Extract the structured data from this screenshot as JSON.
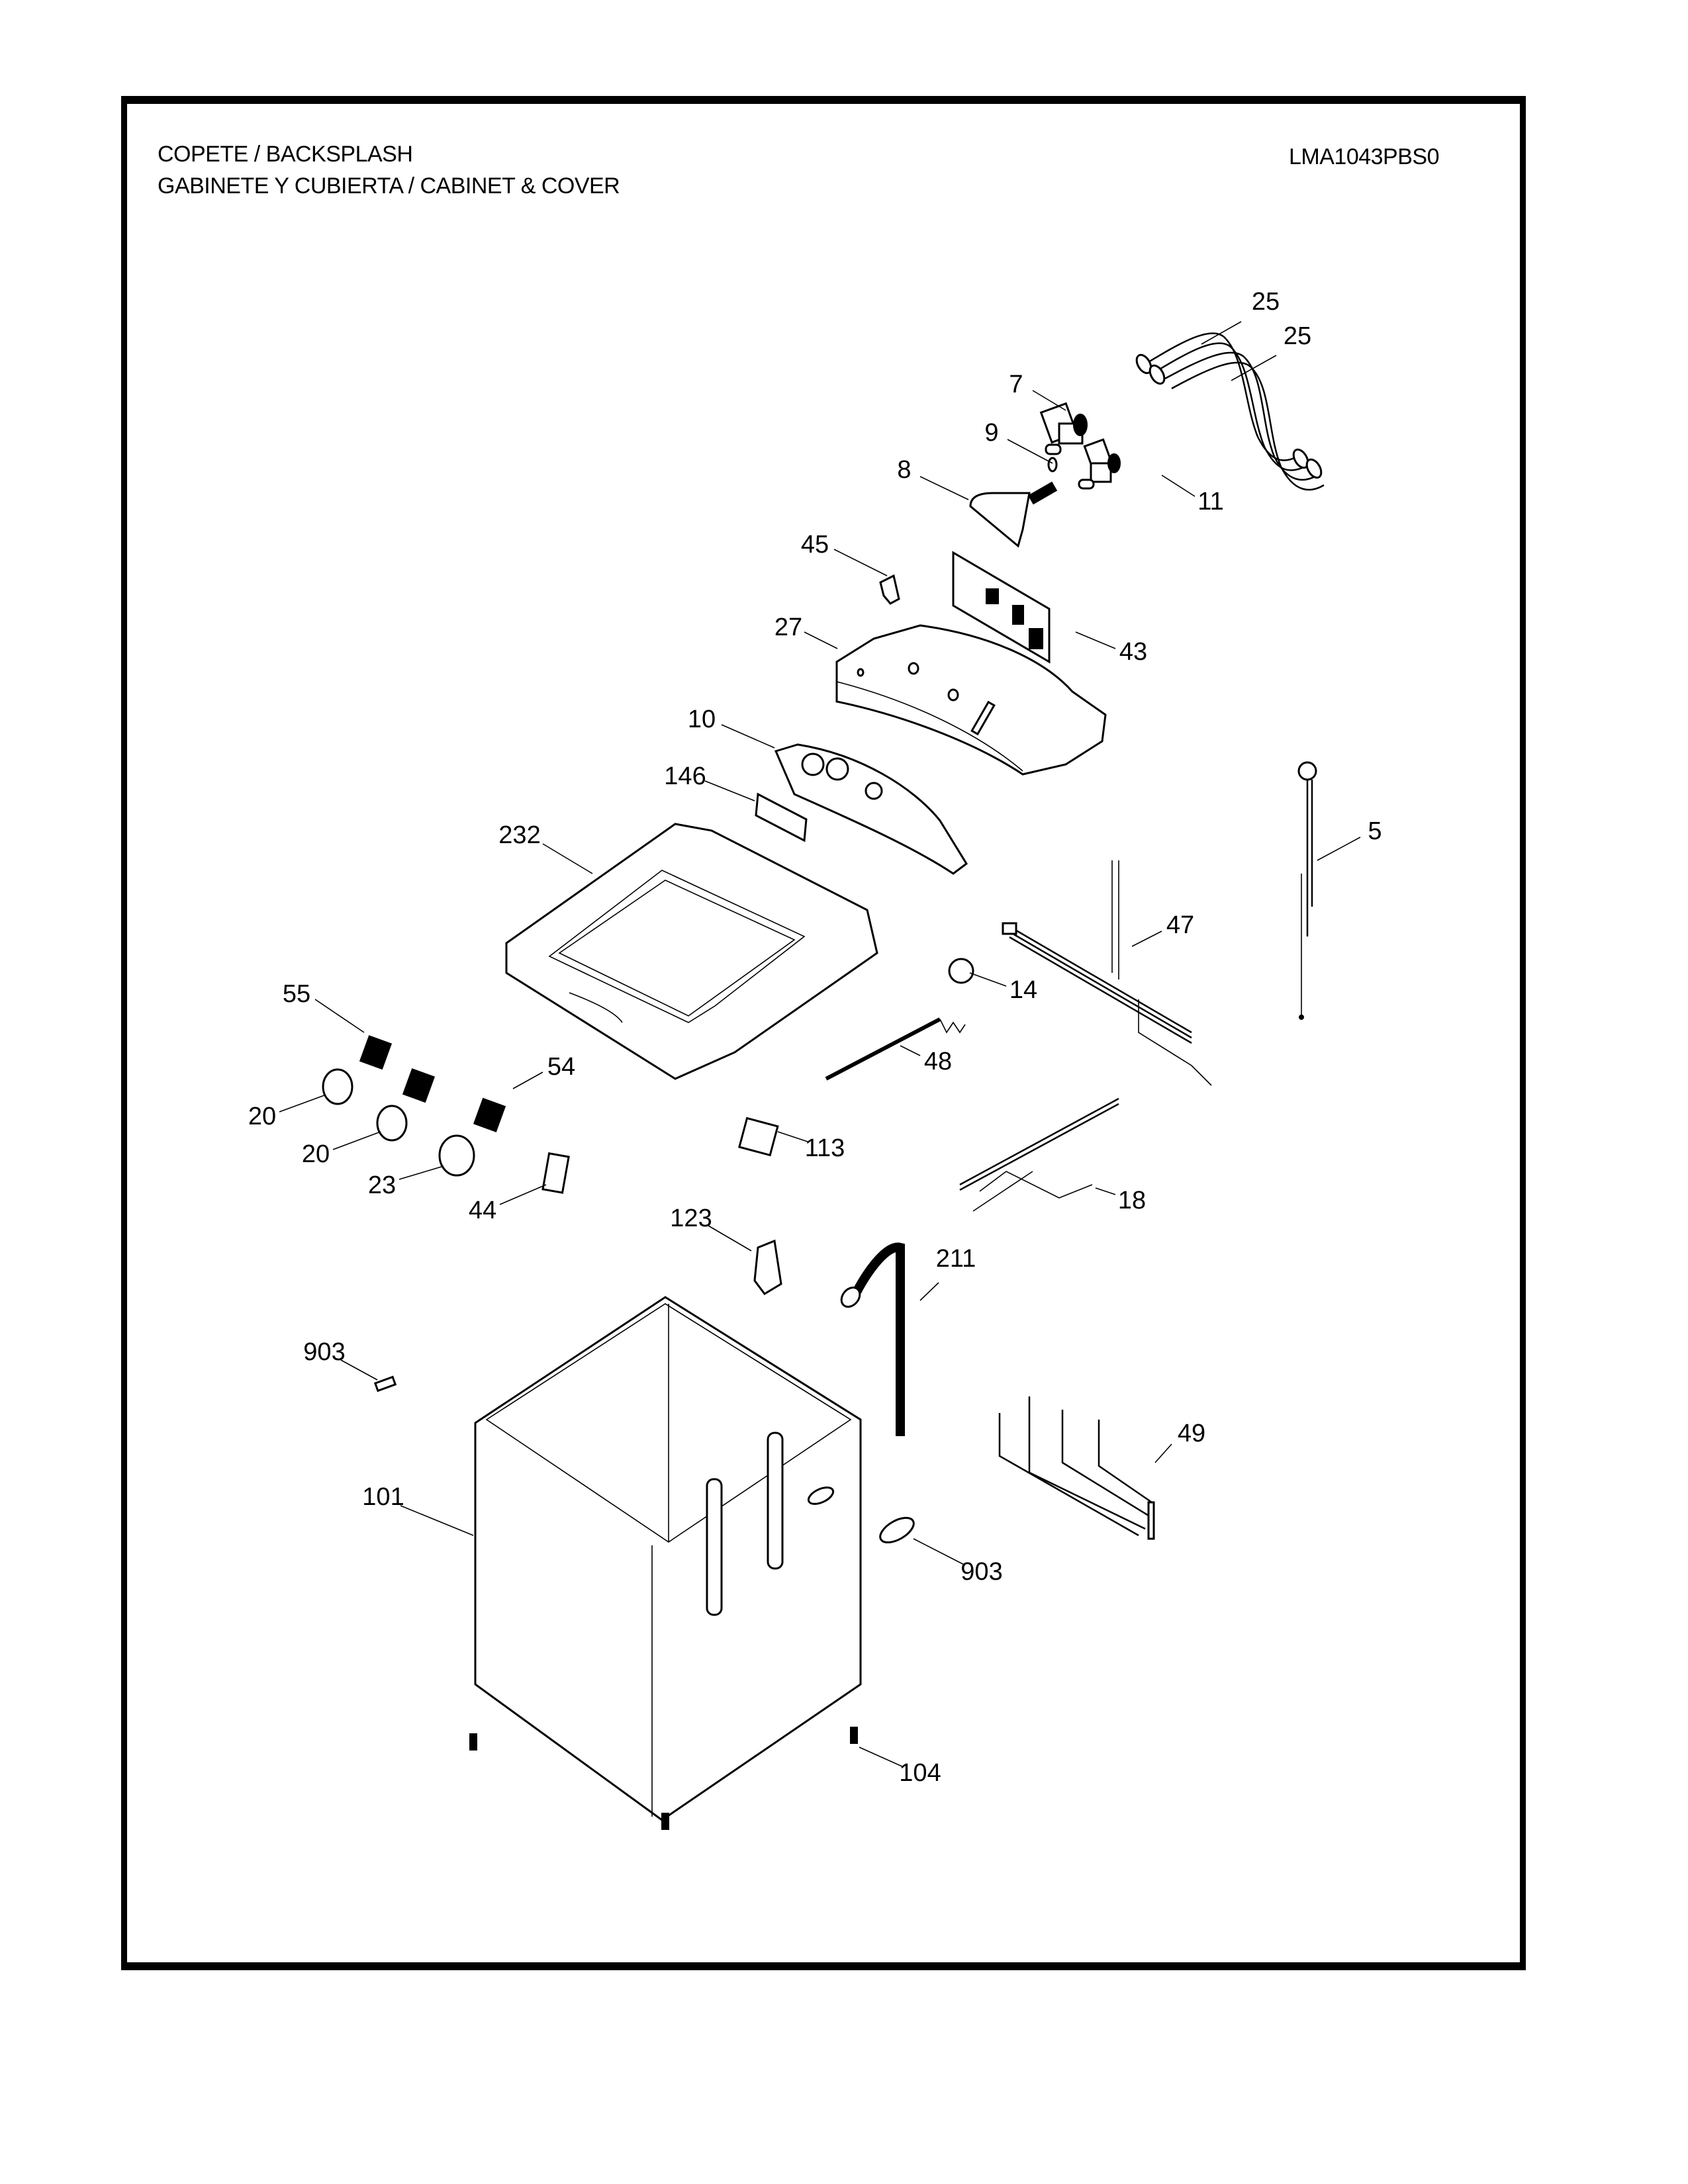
{
  "header": {
    "line1": "COPETE / BACKSPLASH",
    "line2": "GABINETE Y CUBIERTA / CABINET & COVER",
    "model": "LMA1043PBS0"
  },
  "callouts": [
    {
      "id": "25a",
      "label": "25",
      "part": "inlet-hose"
    },
    {
      "id": "25b",
      "label": "25",
      "part": "inlet-hose"
    },
    {
      "id": "7",
      "label": "7",
      "part": "water-valve"
    },
    {
      "id": "9",
      "label": "9",
      "part": "clamp"
    },
    {
      "id": "8",
      "label": "8",
      "part": "water-inlet-funnel"
    },
    {
      "id": "11",
      "label": "11",
      "part": "water-valve"
    },
    {
      "id": "45",
      "label": "45",
      "part": "bracket"
    },
    {
      "id": "43",
      "label": "43",
      "part": "control-board"
    },
    {
      "id": "27",
      "label": "27",
      "part": "backsplash"
    },
    {
      "id": "10",
      "label": "10",
      "part": "control-panel-overlay"
    },
    {
      "id": "146",
      "label": "146",
      "part": "panel-cover"
    },
    {
      "id": "5",
      "label": "5",
      "part": "power-cord"
    },
    {
      "id": "232",
      "label": "232",
      "part": "top-cover"
    },
    {
      "id": "47",
      "label": "47",
      "part": "wire-harness"
    },
    {
      "id": "55",
      "label": "55",
      "part": "selector-switch"
    },
    {
      "id": "14",
      "label": "14",
      "part": "pressure-switch"
    },
    {
      "id": "48",
      "label": "48",
      "part": "wire-harness"
    },
    {
      "id": "54",
      "label": "54",
      "part": "selector-switch"
    },
    {
      "id": "20a",
      "label": "20",
      "part": "knob"
    },
    {
      "id": "20b",
      "label": "20",
      "part": "knob"
    },
    {
      "id": "113",
      "label": "113",
      "part": "lid-switch"
    },
    {
      "id": "23",
      "label": "23",
      "part": "knob"
    },
    {
      "id": "18",
      "label": "18",
      "part": "wire-harness"
    },
    {
      "id": "44",
      "label": "44",
      "part": "timer-switch"
    },
    {
      "id": "123",
      "label": "123",
      "part": "bracket"
    },
    {
      "id": "211",
      "label": "211",
      "part": "drain-hose"
    },
    {
      "id": "903a",
      "label": "903",
      "part": "clip"
    },
    {
      "id": "49",
      "label": "49",
      "part": "wire-harness"
    },
    {
      "id": "101",
      "label": "101",
      "part": "cabinet"
    },
    {
      "id": "903b",
      "label": "903",
      "part": "hose-guide"
    },
    {
      "id": "104",
      "label": "104",
      "part": "leveling-foot"
    }
  ]
}
